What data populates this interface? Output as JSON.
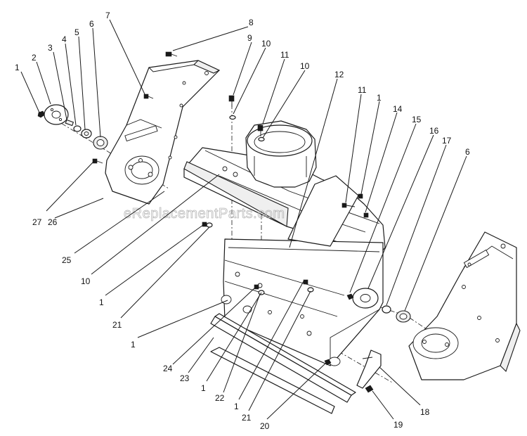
{
  "watermark": "eReplacementParts.com",
  "callouts": [
    {
      "text": "1"
    },
    {
      "text": "2"
    },
    {
      "text": "3"
    },
    {
      "text": "4"
    },
    {
      "text": "5"
    },
    {
      "text": "6"
    },
    {
      "text": "7"
    },
    {
      "text": "8"
    },
    {
      "text": "9"
    },
    {
      "text": "10"
    },
    {
      "text": "11"
    },
    {
      "text": "10"
    },
    {
      "text": "12"
    },
    {
      "text": "11"
    },
    {
      "text": "1"
    },
    {
      "text": "14"
    },
    {
      "text": "15"
    },
    {
      "text": "16"
    },
    {
      "text": "17"
    },
    {
      "text": "6"
    },
    {
      "text": "27"
    },
    {
      "text": "26"
    },
    {
      "text": "25"
    },
    {
      "text": "10"
    },
    {
      "text": "1"
    },
    {
      "text": "21"
    },
    {
      "text": "1"
    },
    {
      "text": "24"
    },
    {
      "text": "23"
    },
    {
      "text": "1"
    },
    {
      "text": "22"
    },
    {
      "text": "1"
    },
    {
      "text": "21"
    },
    {
      "text": "20"
    },
    {
      "text": "19"
    },
    {
      "text": "18"
    }
  ]
}
